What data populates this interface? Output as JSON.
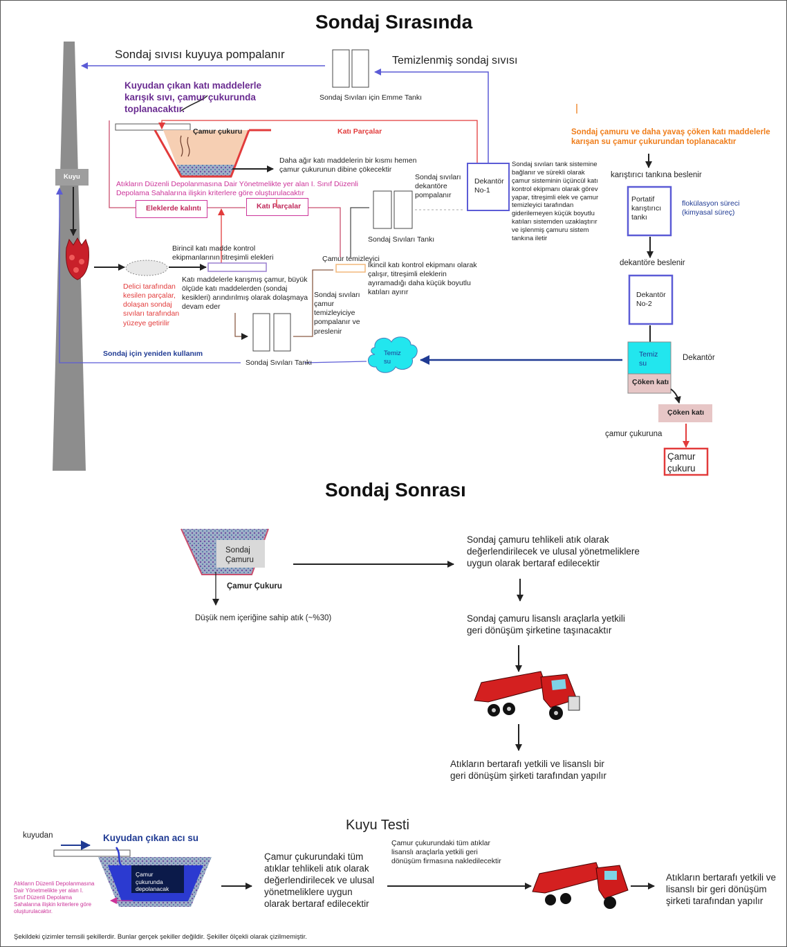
{
  "colors": {
    "blue": "#5b5bd6",
    "navy": "#1f3a93",
    "red": "#e23b3b",
    "purple": "#6a2c91",
    "magenta": "#cc3399",
    "orange": "#ef7d1a",
    "pinkline": "#c94f6d",
    "brown": "#8a5a44",
    "cyan": "#22e6ee"
  },
  "during": {
    "title": "Sondaj Sırasında",
    "pumped_to_well": "Sondaj sıvısı kuyuya pompalanır",
    "cleaned_fluid": "Temizlenmiş sondaj sıvısı",
    "suction_tank": "Sondaj Sıvıları için Emme Tankı",
    "solids_collected": "Kuyudan çıkan katı maddelerle karışık sıvı, çamur çukurunda toplanacaktır.",
    "mud_pit": "Çamur çukuru",
    "solids_label_1": "Katı Parçalar",
    "solids_label_2": "Katı Parçalar",
    "orange_note": "Sondaj çamuru ve daha yavaş çöken katı maddelerle karışan su çamur çukurundan toplanacaktır",
    "heavy_solids": "Daha ağır katı maddelerin bir kısmı hemen çamur çukurunun dibine çökecektir",
    "well": "Kuyu",
    "landfill_note": "Atıkların Düzenli Depolanmasına Dair Yönetmelikte yer alan I. Sınıf Düzenli Depolama Sahalarına ilişkin kriterlere göre oluşturulacaktır",
    "sieve_residue": "Eleklerde kalıntı",
    "pumped_to_decanter": "Sondaj sıvıları dekantöre pompalanır",
    "decanter1": "Dekantör No-1",
    "decanter1_desc": "Sondaj sıvıları tank sistemine bağlanır ve sürekli olarak çamur sisteminin üçüncül katı kontrol ekipmanı olarak görev yapar, titreşimli elek ve çamur temizleyici tarafından giderilemeyen küçük boyutlu katıları sistemden uzaklaştırır ve işlenmiş çamuru sistem tankına iletir",
    "fed_to_mixer": "karıştırıcı tankına beslenir",
    "portable_mixer": "Portatif karıştırıcı tankı",
    "flocculation": "flokülasyon süreci (kimyasal süreç)",
    "primary_sieves": "Birincil katı madde kontrol ekipmanlarının titreşimli elekleri",
    "fluid_tank_1": "Sondaj Sıvıları Tankı",
    "mud_cleaner": "Çamur temizleyici",
    "secondary": "İkincil katı kontrol ekipmanı olarak çalışır, titreşimli eleklerin ayıramadığı daha küçük boyutlu katıları ayırır",
    "cuttings": "Delici tarafından kesilen parçalar, dolaşan sondaj sıvıları tarafından yüzeye getirilir",
    "cleaned_circ": "Katı maddelerle karışmış çamur, büyük ölçüde katı maddelerden (sondaj kesikleri) arındırılmış olarak dolaşmaya devam eder",
    "pumped_to_cleaner": "Sondaj sıvıları çamur temizleyiciye pompalanır ve preslenir",
    "fed_to_decanter": "dekantöre beslenir",
    "decanter2": "Dekantör No-2",
    "reuse": "Sondaj için yeniden kullanım",
    "fluid_tank_2": "Sondaj Sıvıları Tankı",
    "clean_water_cloud": "Temiz su",
    "clean_water": "Temiz su",
    "settled": "Çöken katı",
    "decanter": "Dekantör",
    "settled_2": "Çöken katı",
    "to_pit": "çamur çukuruna",
    "pit_box": "Çamur çukuru"
  },
  "after": {
    "title": "Sondaj Sonrası",
    "mud": "Sondaj Çamuru",
    "pit": "Çamur Çukuru",
    "low_moisture": "Düşük nem içeriğine sahip atık (~%30)",
    "hazardous": "Sondaj çamuru tehlikeli atık olarak değerlendirilecek ve ulusal yönetmeliklere uygun olarak bertaraf edilecektir",
    "transport": "Sondaj çamuru lisanslı araçlarla yetkili geri dönüşüm şirketine taşınacaktır",
    "disposal": "Atıkların bertarafı yetkili ve lisanslı bir geri dönüşüm şirketi tarafından yapılır"
  },
  "test": {
    "title": "Kuyu Testi",
    "from_well": "kuyudan",
    "brine": "Kuyudan çıkan acı su",
    "pit_store": "Çamur çukurunda depolanacak",
    "landfill_note": "Atıkların Düzenli Depolanmasına Dair Yönetmelikte yer alan I. Sınıf Düzenli Depolama Sahalarına ilişkin kriterlere göre oluşturulacaktır.",
    "hazardous": "Çamur çukurundaki tüm atıklar tehlikeli atık olarak değerlendirilecek ve ulusal yönetmeliklere uygun olarak bertaraf edilecektir",
    "transport": "Çamur çukurundaki tüm atıklar lisanslı araçlarla yetkili geri dönüşüm firmasına nakledilecektir",
    "disposal": "Atıkların bertarafı yetkili ve lisanslı bir geri dönüşüm şirketi tarafından yapılır"
  },
  "footer": "Şekildeki çizimler temsili şekillerdir. Bunlar gerçek şekiller değildir. Şekiller ölçekli olarak çizilmemiştir.",
  "icons": [
    "drill-bit-icon",
    "tanker-truck-icon",
    "cloud-icon"
  ]
}
